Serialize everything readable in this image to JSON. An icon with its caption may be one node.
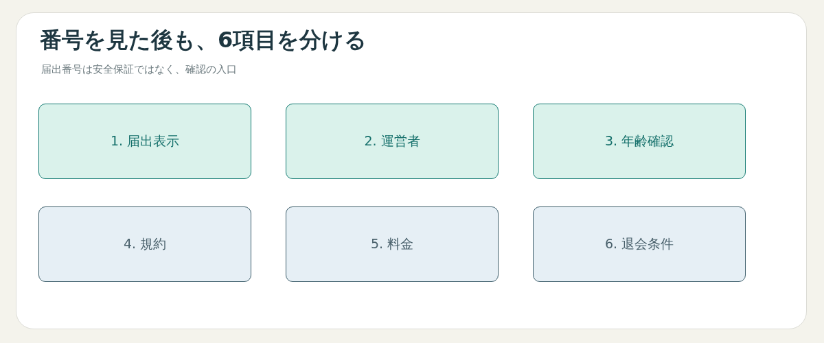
{
  "diagram": {
    "title": "番号を見た後も、6項目を分ける",
    "nodes": [
      {
        "text": [
          "1. 届出表示"
        ]
      },
      {
        "text": [
          "2. 運営者"
        ]
      },
      {
        "text": [
          "3. 年齢確認"
        ]
      },
      {
        "text": [
          "4. 規約"
        ]
      },
      {
        "text": [
          "5. 料金"
        ]
      },
      {
        "text": [
          "6. 退会条件"
        ]
      }
    ],
    "labels": [
      "届出番号は安全保証ではなく、確認の入口"
    ]
  }
}
